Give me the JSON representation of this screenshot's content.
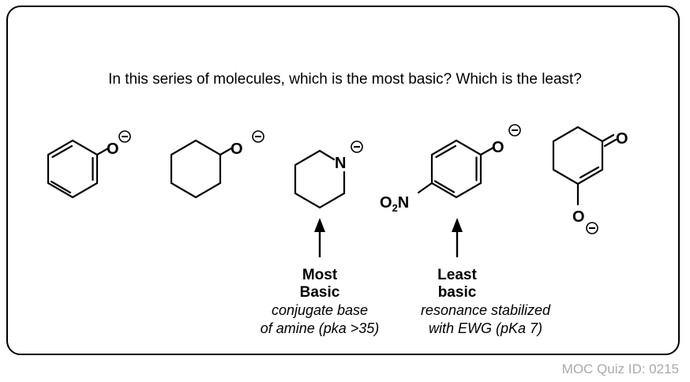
{
  "question": "In this series of molecules, which is the most basic?  Which is the least?",
  "molecules": {
    "phenoxide": {
      "atom": "O",
      "charge": "−"
    },
    "cyclohexoxide": {
      "atom": "O",
      "charge": "−"
    },
    "piperidide": {
      "atom": "N",
      "charge": "−"
    },
    "nitrophenoxide": {
      "atom": "O",
      "charge": "−",
      "substituent_main": "O",
      "substituent_sub": "2",
      "substituent_tail": "N"
    },
    "enolate": {
      "ketone_atom": "O",
      "enolate_atom": "O",
      "charge": "−"
    }
  },
  "annotations": {
    "most": {
      "title_line1": "Most",
      "title_line2": "Basic",
      "note_line1": "conjugate base",
      "note_line2": "of amine (pka >35)"
    },
    "least": {
      "title_line1": "Least",
      "title_line2": "basic",
      "note_line1": "resonance stabilized",
      "note_line2": "with EWG (pKa 7)"
    }
  },
  "footer": {
    "quiz_id": "MOC Quiz ID: 0215"
  }
}
